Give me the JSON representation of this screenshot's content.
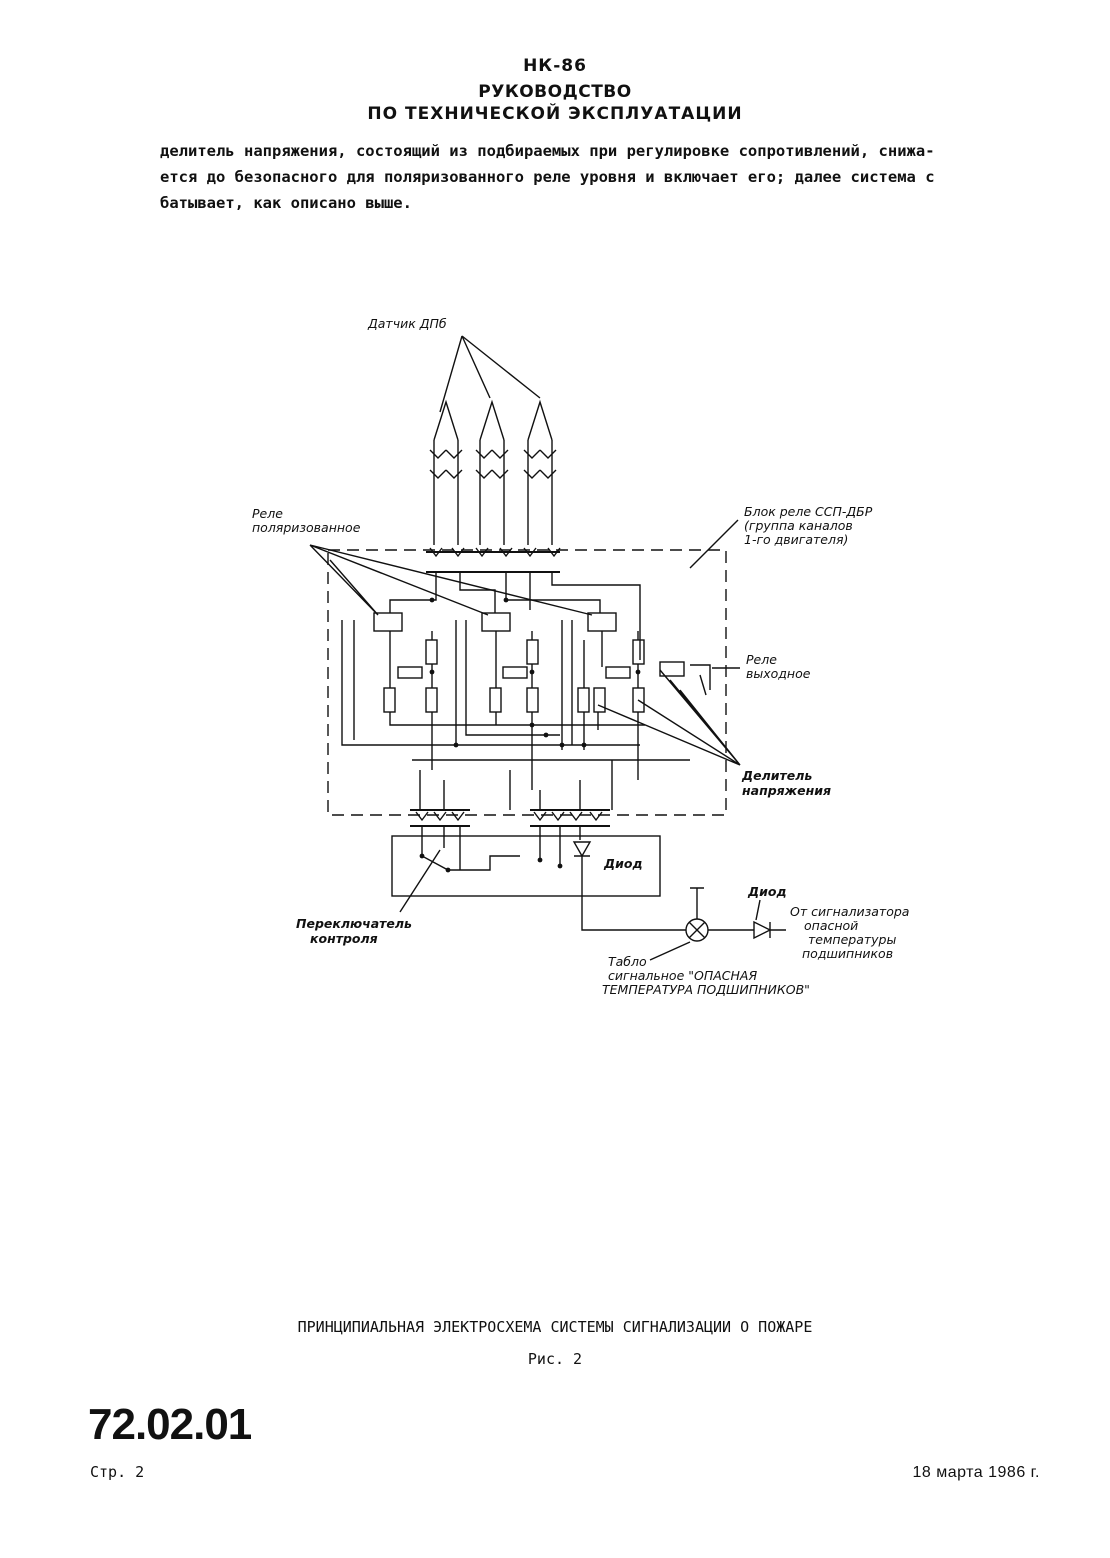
{
  "header": {
    "code": "НК-86",
    "title_line1": "РУКОВОДСТВО",
    "title_line2": "ПО ТЕХНИЧЕСКОЙ ЭКСПЛУАТАЦИИ"
  },
  "body_text": {
    "line1": "делитель напряжения, состоящий из подбираемых при регулировке сопротивлений, снижа-",
    "line2": "ется до безопасного для поляризованного реле уровня и включает его; далее система с",
    "line3": "батывает, как описано выше."
  },
  "diagram": {
    "label_sensor": "Датчик ДПб",
    "label_relay_block_1": "Блок реле ССП-ДБР",
    "label_relay_block_2": "(группа каналов",
    "label_relay_block_3": "1-го двигателя)",
    "label_polar_relay_1": "Реле",
    "label_polar_relay_2": "поляризованное",
    "label_output_relay_1": "Реле",
    "label_output_relay_2": "выходное",
    "label_divider_1": "Делитель",
    "label_divider_2": "напряжения",
    "label_diode_1": "Диод",
    "label_diode_2": "Диод",
    "label_switch_1": "Переключатель",
    "label_switch_2": "контроля",
    "label_from_1": "От сигнализатора",
    "label_from_2": "опасной",
    "label_from_3": "температуры",
    "label_from_4": "подшипников",
    "label_panel_1": "Табло",
    "label_panel_2": "сигнальное \"ОПАСНАЯ",
    "label_panel_3": "ТЕМПЕРАТУРА ПОДШИПНИКОВ\""
  },
  "caption": {
    "title": "ПРИНЦИПИАЛЬНАЯ ЭЛЕКТРОСХЕМА СИСТЕМЫ СИГНАЛИЗАЦИИ О ПОЖАРЕ",
    "figure": "Рис. 2"
  },
  "footer": {
    "doc_number": "72.02.01",
    "page": "Стр. 2",
    "date": "18 марта 1986 г."
  }
}
